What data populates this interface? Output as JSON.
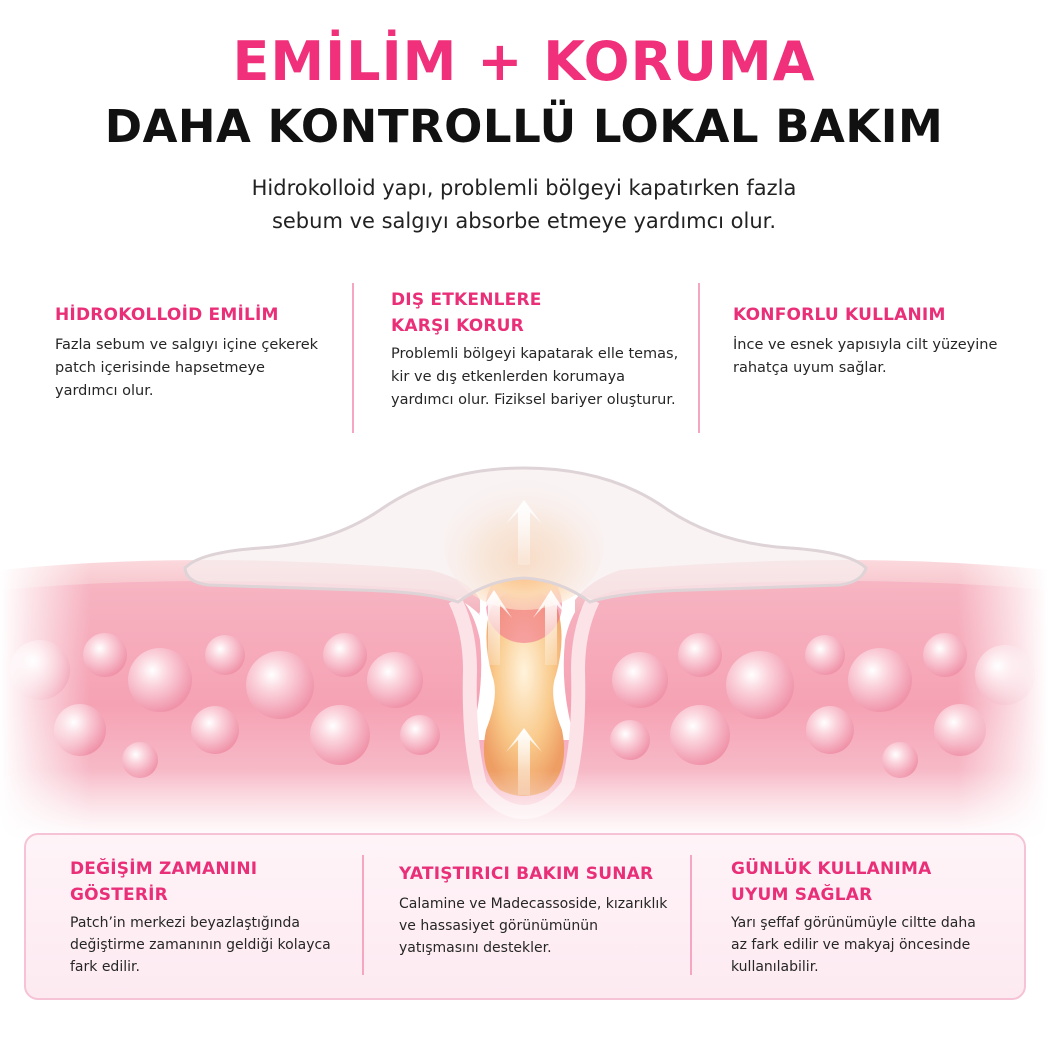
{
  "header": {
    "title_line1": "EMİLİM + KORUMA",
    "title_line2": "DAHA KONTROLLÜ LOKAL BAKIM",
    "subtitle_line1": "Hidrokolloid yapı, problemli bölgeyi kapatırken fazla",
    "subtitle_line2": "sebum ve salgıyı absorbe etmeye yardımcı olur."
  },
  "top_features": [
    {
      "title": "HİDROKOLLOİD EMİLİM",
      "text": "Fazla sebum ve salgıyı içine çekerek patch içerisinde hapsetmeye yardımcı olur."
    },
    {
      "title_line1": "DIŞ ETKENLERE",
      "title_line2": "KARŞI KORUR",
      "text": "Problemli bölgeyi kapatarak elle temas, kir ve dış etkenlerden korumaya yardımcı olur. Fiziksel bariyer oluşturur."
    },
    {
      "title": "KONFORLU KULLANIM",
      "text": "İnce ve esnek yapısıyla cilt yüzeyine rahatça uyum sağlar."
    }
  ],
  "bottom_features": [
    {
      "title_line1": "DEĞİŞİM ZAMANINI",
      "title_line2": "GÖSTERİR",
      "text": "Patch’in merkezi beyazlaştığında değiştirme zamanının geldiği kolayca fark edilir."
    },
    {
      "title": "YATIŞTIRICI BAKIM SUNAR",
      "text": "Calamine ve Madecassoside, kızarıklık ve hassasiyet görünümünün yatışmasını destekler."
    },
    {
      "title_line1": "GÜNLÜK KULLANIMA",
      "title_line2": "UYUM SAĞLAR",
      "text": "Yarı şeffaf görünümüyle ciltte daha az fark edilir ve makyaj öncesinde kullanılabilir."
    }
  ],
  "colors": {
    "accent": "#ea2f79",
    "title_pink": "#f0307a",
    "divider": "#f4a6c3",
    "skin": "#f6a9b9",
    "pimple_core": "#f7c07a"
  }
}
